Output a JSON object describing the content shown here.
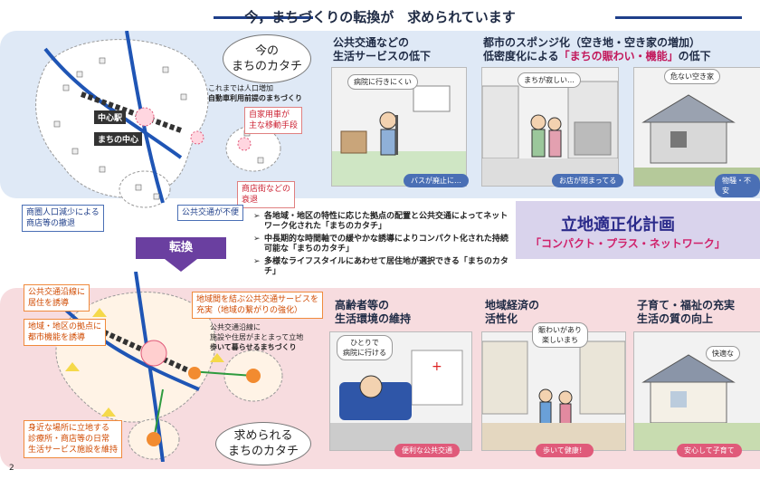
{
  "header": {
    "title": "今，まちづくりの転換が　求められています"
  },
  "current_map": {
    "cloud": [
      "今の",
      "まちのカタチ"
    ],
    "note_main": [
      "これまでは人口増加",
      "自動車利用前提のまちづくり"
    ],
    "callout_car": [
      "自家用車が",
      "主な移動手段"
    ],
    "station_label": "中心駅",
    "center_label": "まちの中心",
    "callout_shops": [
      "商店街などの",
      "衰退"
    ],
    "callout_transit": "公共交通が不便",
    "callout_decline": [
      "商圏人口減少による",
      "商店等の撤退"
    ]
  },
  "problems": [
    {
      "heading_plain": "公共交通などの",
      "heading_line2": "生活サービスの低下",
      "bubble": "病院に行きにくい",
      "caption": "バスが廃止に…"
    },
    {
      "heading_line1": "都市のスポンジ化（空き地・空き家の増加）",
      "heading_line2a": "低密度化による",
      "heading_em": "「まちの賑わい・機能」",
      "heading_line2b": "の低下",
      "bubble": "まちが寂しい…",
      "caption": "お店が閉まってる"
    },
    {
      "bubble": "危ない空き家",
      "caption": "物騒・不安"
    }
  ],
  "bullets": [
    "各地域・地区の特性に応じた拠点の配置と公共交通によってネットワーク化された「まちのカタチ」",
    "中長期的な時間軸での緩やかな誘導によりコンパクト化された持続可能な「まちのカタチ」",
    "多様なライフスタイルにあわせて居住地が選択できる「まちのカタチ」"
  ],
  "plan": {
    "title": "立地適正化計画",
    "subtitle": "「コンパクト・プラス・ネットワーク」"
  },
  "conversion": "転換",
  "future_map": {
    "box_transit": [
      "公共交通沿線に",
      "居住を誘導"
    ],
    "box_hubs": [
      "地域・地区の拠点に",
      "都市機能を誘導"
    ],
    "box_network": [
      "地域間を結ぶ公共交通サービスを",
      "充実（地域の繋がりの強化）"
    ],
    "note_walk": [
      "公共交通沿線に",
      "施設や住居がまとまって立地",
      "歩いて暮らせるまちづくり"
    ],
    "box_services": [
      "身近な場所に立地する",
      "診療所・商店等の日常",
      "生活サービス施設を維持"
    ],
    "cloud": [
      "求められる",
      "まちのカタチ"
    ]
  },
  "benefits": [
    {
      "heading_line1": "高齢者等の",
      "heading_line2": "生活環境の維持",
      "bubble": [
        "ひとりで",
        "病院に行ける"
      ],
      "caption": "便利な公共交通"
    },
    {
      "heading_line1": "地域経済の",
      "heading_line2": "活性化",
      "bubble": [
        "賑わいがあり",
        "楽しいまち"
      ],
      "caption": "歩いて健康！"
    },
    {
      "heading_line1": "子育て・福祉の充実",
      "heading_line2": "生活の質の向上",
      "bubble": [
        "快適な"
      ],
      "caption": "安心して子育て"
    }
  ],
  "page_number": "2",
  "colors": {
    "blue_band": "#dfe9f6",
    "pink_band": "#f7dcdf",
    "accent_pink": "#c2185b",
    "navy": "#1f3f8a",
    "purple": "#6a3fa0"
  }
}
